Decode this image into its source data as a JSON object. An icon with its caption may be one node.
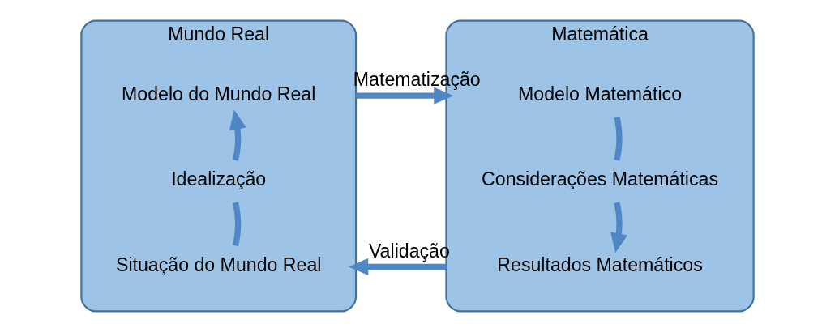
{
  "diagram": {
    "nodes": [
      {
        "text": [
          "Mundo Real"
        ]
      },
      {
        "text": [
          "Modelo do Mundo Real"
        ],
        "in": 0
      },
      {
        "text": [
          "Idealização"
        ],
        "in": 0
      },
      {
        "text": [
          "Situação do Mundo Real"
        ],
        "in": 0
      },
      {
        "text": [
          "Matemática"
        ]
      },
      {
        "text": [
          "Modelo Matemático"
        ],
        "in": 4
      },
      {
        "text": [
          "Considerações Matemáticas"
        ],
        "in": 4
      },
      {
        "text": [
          "Resultados Matemáticos"
        ],
        "in": 4
      }
    ],
    "edges": [
      {
        "from": 3,
        "to": 2,
        "arrow": "none"
      },
      {
        "from": 2,
        "to": 1,
        "arrow": "to"
      },
      {
        "from": 5,
        "to": 6,
        "arrow": "none"
      },
      {
        "from": 6,
        "to": 7,
        "arrow": "to"
      },
      {
        "from": 0,
        "to": 4,
        "arrow": "to",
        "label": "Matematização"
      },
      {
        "from": 4,
        "to": 0,
        "arrow": "to",
        "label": "Validação"
      }
    ]
  }
}
